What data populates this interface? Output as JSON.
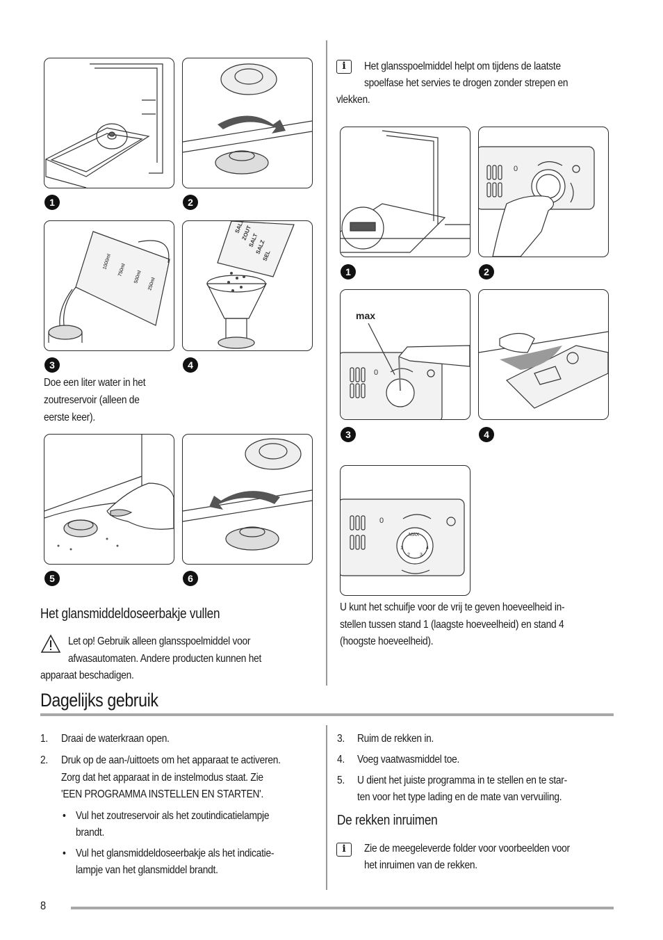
{
  "left_column": {
    "step_labels": [
      "1",
      "2",
      "3",
      "4",
      "5",
      "6"
    ],
    "step3_caption": [
      "Doe een liter water in het",
      "zoutreservoir (alleen de",
      "eerste keer)."
    ],
    "jug_marks": [
      "1000ml",
      "750ml",
      "500ml",
      "250ml"
    ],
    "salt_pack_text": [
      "SALE",
      "ZOUT",
      "SALT",
      "SALZ",
      "SEL"
    ],
    "heading": "Het glansmiddeldoseerbakje vullen",
    "warning": {
      "icon": "warning-triangle-icon",
      "label": "Let op!",
      "lines": [
        " Gebruik alleen glansspoelmiddel voor",
        "afwasautomaten. Andere producten kunnen het",
        "apparaat beschadigen."
      ]
    }
  },
  "right_column": {
    "info_note": {
      "icon": "info-icon",
      "lines": [
        "Het glansspoelmiddel helpt om tijdens de laatste",
        "spoelfase het servies te drogen zonder strepen en",
        "vlekken."
      ]
    },
    "step_labels": [
      "1",
      "2",
      "3",
      "4"
    ],
    "max_label": "max",
    "dispenser_zero": "0",
    "dial_text": "MAX",
    "dial_numbers": [
      "1",
      "2",
      "3",
      "4"
    ],
    "adjust_text": [
      "U kunt het schuifje voor de vrij te geven hoeveelheid in-",
      "stellen tussen stand 1 (laagste hoeveelheid) en stand 4",
      "(hoogste hoeveelheid)."
    ]
  },
  "daily_use": {
    "title": "Dagelijks gebruik",
    "left_items": [
      {
        "num": "1.",
        "lines": [
          "Draai de waterkraan open."
        ]
      },
      {
        "num": "2.",
        "lines": [
          "Druk op de aan-/uittoets om het apparaat te activeren.",
          "Zorg dat het apparaat in de instelmodus staat. Zie",
          "'EEN PROGRAMMA INSTELLEN EN STARTEN'."
        ]
      }
    ],
    "bullets": [
      {
        "lines": [
          "Vul het zoutreservoir als het zoutindicatielampje",
          "brandt."
        ]
      },
      {
        "lines": [
          "Vul het glansmiddeldoseerbakje als het indicatie-",
          "lampje van het glansmiddel brandt."
        ]
      }
    ],
    "right_items": [
      {
        "num": "3.",
        "lines": [
          "Ruim de rekken in."
        ]
      },
      {
        "num": "4.",
        "lines": [
          "Voeg vaatwasmiddel toe."
        ]
      },
      {
        "num": "5.",
        "lines": [
          "U dient het juiste programma in te stellen en te star-",
          "ten voor het type lading en de mate van vervuiling."
        ]
      }
    ],
    "racks_heading": "De rekken inruimen",
    "racks_note": {
      "icon": "info-icon",
      "lines": [
        "Zie de meegeleverde folder voor voorbeelden voor",
        "het inruimen van de rekken."
      ]
    }
  },
  "footer": {
    "page_number": "8"
  }
}
